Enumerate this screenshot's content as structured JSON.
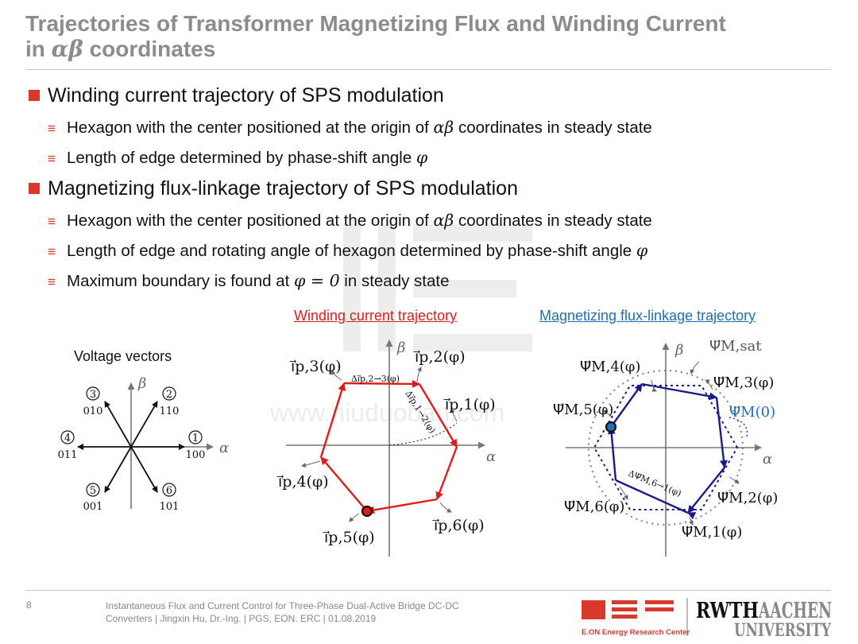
{
  "title_line1": "Trajectories of Transformer Magnetizing Flux and Winding Current",
  "title_line2_prefix": "in ",
  "title_line2_math": "αβ",
  "title_line2_suffix": " coordinates",
  "bullet1": "Winding current trajectory of SPS modulation",
  "b1s1_pre": "Hexagon with the center positioned at the origin of ",
  "b1s1_math": "αβ",
  "b1s1_post": " coordinates in steady state",
  "b1s2_pre": "Length of edge determined by phase-shift angle ",
  "b1s2_math": "φ",
  "bullet2": "Magnetizing flux-linkage trajectory of SPS modulation",
  "b2s1_pre": "Hexagon with the center positioned at the origin of ",
  "b2s1_math": "αβ",
  "b2s1_post": " coordinates in steady state",
  "b2s2_pre": "Length of edge and rotating angle of hexagon determined by phase-shift angle ",
  "b2s2_math": "φ",
  "b2s3_pre": "Maximum boundary is found at ",
  "b2s3_math": "φ = 0",
  "b2s3_post": " in steady state",
  "cap_current": "Winding current trajectory",
  "cap_flux": "Magnetizing flux-linkage trajectory",
  "colors": {
    "accent": "#d9392b",
    "current": "#e31a1a",
    "flux": "#1a1a8c",
    "flux_caption": "#1f6fb8",
    "title": "#8c8c8c"
  },
  "watermark": "www.niuduoban.com",
  "voltage_vectors": {
    "title": "Voltage vectors",
    "alpha": "α",
    "beta": "β",
    "v1": "1",
    "c1": "100",
    "v2": "2",
    "c2": "110",
    "v3": "3",
    "c3": "010",
    "v4": "4",
    "c4": "011",
    "v5": "5",
    "c5": "001",
    "v6": "6",
    "c6": "101"
  },
  "current_diagram": {
    "alpha": "α",
    "beta": "β",
    "ip1": "i⃗p,1(φ)",
    "ip2": "i⃗p,2(φ)",
    "ip3": "i⃗p,3(φ)",
    "ip4": "i⃗p,4(φ)",
    "ip5": "i⃗p,5(φ)",
    "ip6": "i⃗p,6(φ)",
    "d23": "Δi⃗p,2→3(φ)",
    "d12": "Δi⃗p,1→2(φ)"
  },
  "flux_diagram": {
    "alpha": "α",
    "beta": "β",
    "sat": "Ψ⃗M,sat",
    "m0": "Ψ⃗M(0)",
    "m1": "Ψ⃗M,1(φ)",
    "m2": "Ψ⃗M,2(φ)",
    "m3": "Ψ⃗M,3(φ)",
    "m4": "Ψ⃗M,4(φ)",
    "m5": "Ψ⃗M,5(φ)",
    "m6": "Ψ⃗M,6(φ)",
    "d61": "ΔΨ⃗M,6→1(φ)"
  },
  "page_number": "8",
  "footer_line1": "Instantaneous Flux and Current Control for Three-Phase Dual-Active Bridge DC-DC",
  "footer_line2": "Converters |  Jingxin Hu, Dr.-Ing. |  PGS, EON. ERC  |  01.08.2019",
  "logo_eon": "E.ON Energy Research Center",
  "logo_rwth": "RWTH",
  "logo_aachen": "AACHEN",
  "logo_university": "UNIVERSITY"
}
